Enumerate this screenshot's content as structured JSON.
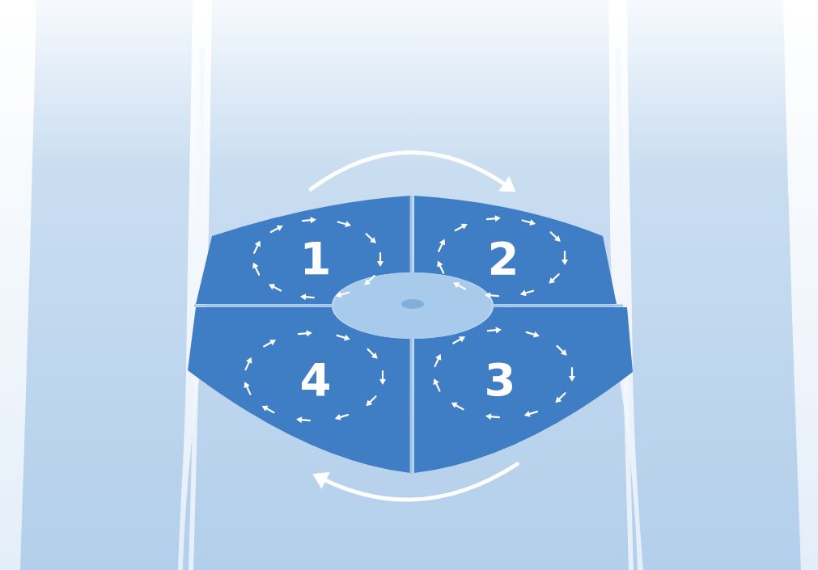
{
  "diagram": {
    "nodes": [
      {
        "text": [
          "1"
        ]
      },
      {
        "text": [
          "2"
        ]
      },
      {
        "text": [
          "4"
        ]
      },
      {
        "text": [
          "3"
        ]
      }
    ],
    "edges": [
      {
        "from": 0,
        "to": 1,
        "arrow": "to"
      },
      {
        "from": 3,
        "to": 2,
        "arrow": "to"
      }
    ]
  }
}
